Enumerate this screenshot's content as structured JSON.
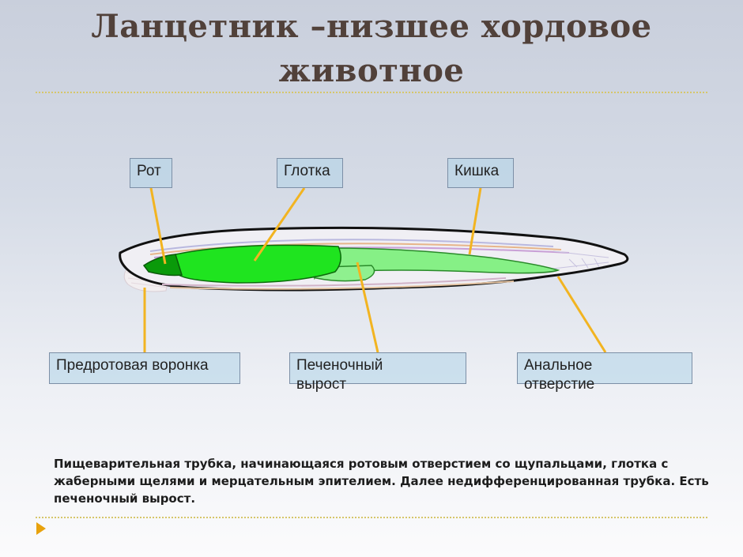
{
  "slide": {
    "title_line1": "Ланцетник –низшее хордовое",
    "title_line2": "животное",
    "caption": "Пищеварительная трубка, начинающаяся ротовым отверстием со щупальцами, глотка с жаберными щелями и мерцательным эпителием. Далее недифференцированная трубка. Есть печеночный вырост."
  },
  "labels": {
    "rot": "Рот",
    "glotka": "Глотка",
    "kishka": "Кишка",
    "voronka": "Предротовая воронка",
    "vyrost_line1": "Печеночный",
    "vyrost_line2": "вырост",
    "anal_line1": "Анальное",
    "anal_line2": "отверстие"
  },
  "colors": {
    "title": "#51413a",
    "arrow": "#f2b421",
    "pharynx": "#1fe41f",
    "mouth": "#0a9a0a",
    "intestine": "#86f086",
    "rule": "#d6c66a"
  }
}
